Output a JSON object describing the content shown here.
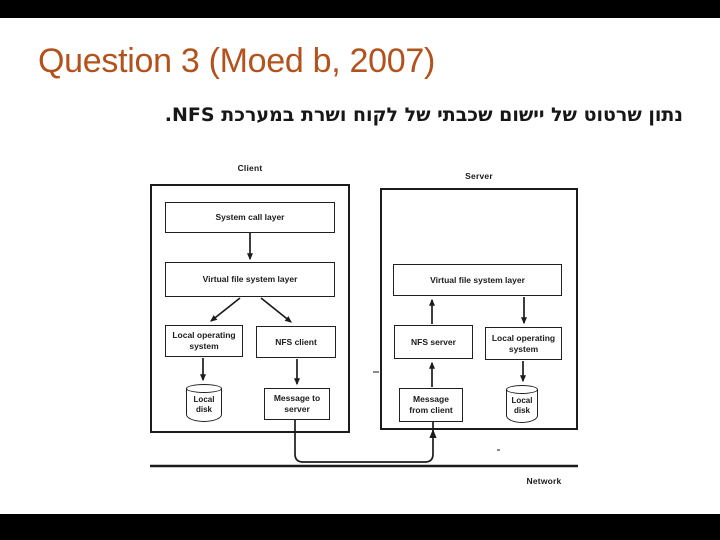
{
  "slide": {
    "title": "Question 3 (Moed b, 2007)",
    "subtitle": "נתון שרטוט של יישום שכבתי של לקוח ושרת במערכת NFS.",
    "accent_color": "#b2531d"
  },
  "diagram": {
    "client": {
      "label": "Client",
      "system_call_layer": "System call layer",
      "vfs_layer": "Virtual file system layer",
      "local_os": "Local operating system",
      "nfs_client": "NFS client",
      "message": "Message to server",
      "local_disk": "Local disk"
    },
    "server": {
      "label": "Server",
      "vfs_layer": "Virtual file system layer",
      "nfs_server": "NFS server",
      "local_os": "Local operating system",
      "message": "Message from client",
      "local_disk": "Local disk"
    },
    "network_label": "Network"
  }
}
